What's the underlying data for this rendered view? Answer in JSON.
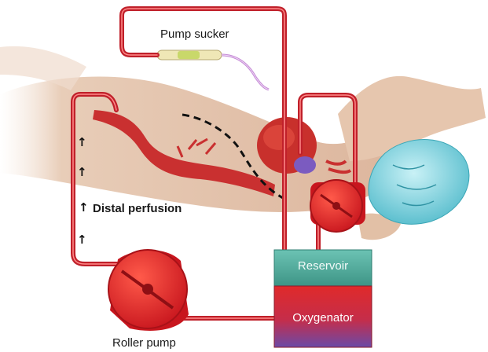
{
  "labels": {
    "pump_sucker": "Pump sucker",
    "roller_pump": "Roller pump",
    "distal_perfusion": "Distal perfusion",
    "reservoir": "Reservoir",
    "oxygenator": "Oxygenator"
  },
  "flow_arrow_glyph": "↑",
  "colors": {
    "tubing": "#c0202a",
    "tubing_highlight": "#ff8a8a",
    "pump_red": "#e5262b",
    "reservoir": "#4aa89a",
    "oxygenator_top": "#e02a2a",
    "oxygenator_bottom": "#6a4aa8",
    "skin": "#e7c9b4",
    "cap": "#7fd3e0"
  }
}
